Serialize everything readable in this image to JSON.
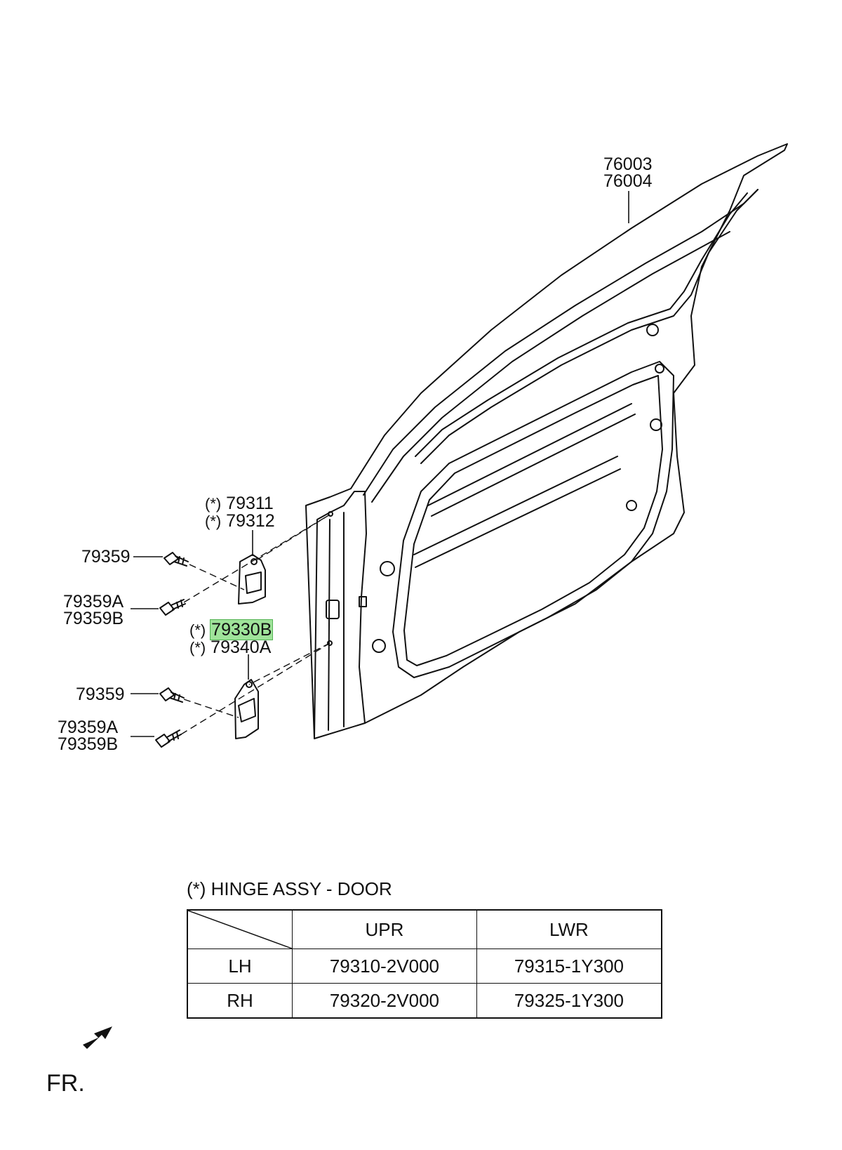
{
  "callouts": {
    "door_panel": [
      "76003",
      "76004"
    ],
    "upper_hinge": [
      "79311",
      "79312"
    ],
    "upper_bolt": "79359",
    "upper_bolt_ab": [
      "79359A",
      "79359B"
    ],
    "lower_hinge": [
      "79330B",
      "79340A"
    ],
    "lower_bolt": "79359",
    "lower_bolt_ab": [
      "79359A",
      "79359B"
    ],
    "asterisk": "(*)"
  },
  "highlight_color": "#9fe39a",
  "table": {
    "caption": "(*) HINGE ASSY - DOOR",
    "columns": [
      "UPR",
      "LWR"
    ],
    "rows": [
      {
        "side": "LH",
        "upr": "79310-2V000",
        "lwr": "79315-1Y300"
      },
      {
        "side": "RH",
        "upr": "79320-2V000",
        "lwr": "79325-1Y300"
      }
    ]
  },
  "front_marker": "FR."
}
